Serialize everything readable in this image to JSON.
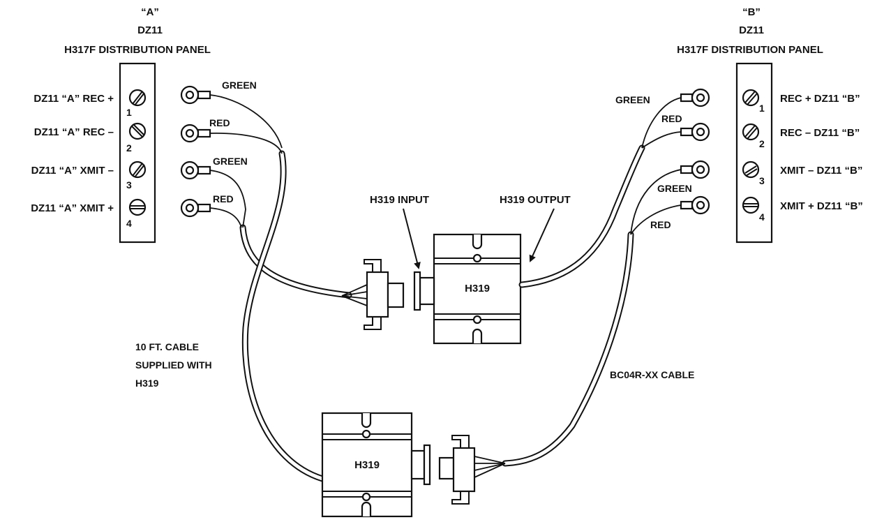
{
  "panel_a": {
    "header_id": "“A”",
    "header_model": "DZ11",
    "header_title": "H317F DISTRIBUTION PANEL",
    "terminals": [
      {
        "label": "DZ11 “A” REC +",
        "number": "1"
      },
      {
        "label": "DZ11 “A” REC –",
        "number": "2"
      },
      {
        "label": "DZ11 “A” XMIT –",
        "number": "3"
      },
      {
        "label": "DZ11 “A” XMIT +",
        "number": "4"
      }
    ],
    "lug_colors": [
      "GREEN",
      "RED",
      "GREEN",
      "RED"
    ]
  },
  "panel_b": {
    "header_id": "“B”",
    "header_model": "DZ11",
    "header_title": "H317F DISTRIBUTION PANEL",
    "terminals": [
      {
        "label": "REC + DZ11 “B”",
        "number": "1"
      },
      {
        "label": "REC – DZ11 “B”",
        "number": "2"
      },
      {
        "label": "XMIT – DZ11 “B”",
        "number": "3"
      },
      {
        "label": "XMIT + DZ11 “B”",
        "number": "4"
      }
    ],
    "lug_colors": [
      "GREEN",
      "RED",
      "GREEN",
      "RED"
    ]
  },
  "h319_upper": {
    "label": "H319",
    "input_label": "H319 INPUT",
    "output_label": "H319 OUTPUT"
  },
  "h319_lower": {
    "label": "H319"
  },
  "cable_a_label": [
    "10 FT. CABLE",
    "SUPPLIED WITH",
    "H319"
  ],
  "cable_b_label": "BC04R-XX CABLE"
}
